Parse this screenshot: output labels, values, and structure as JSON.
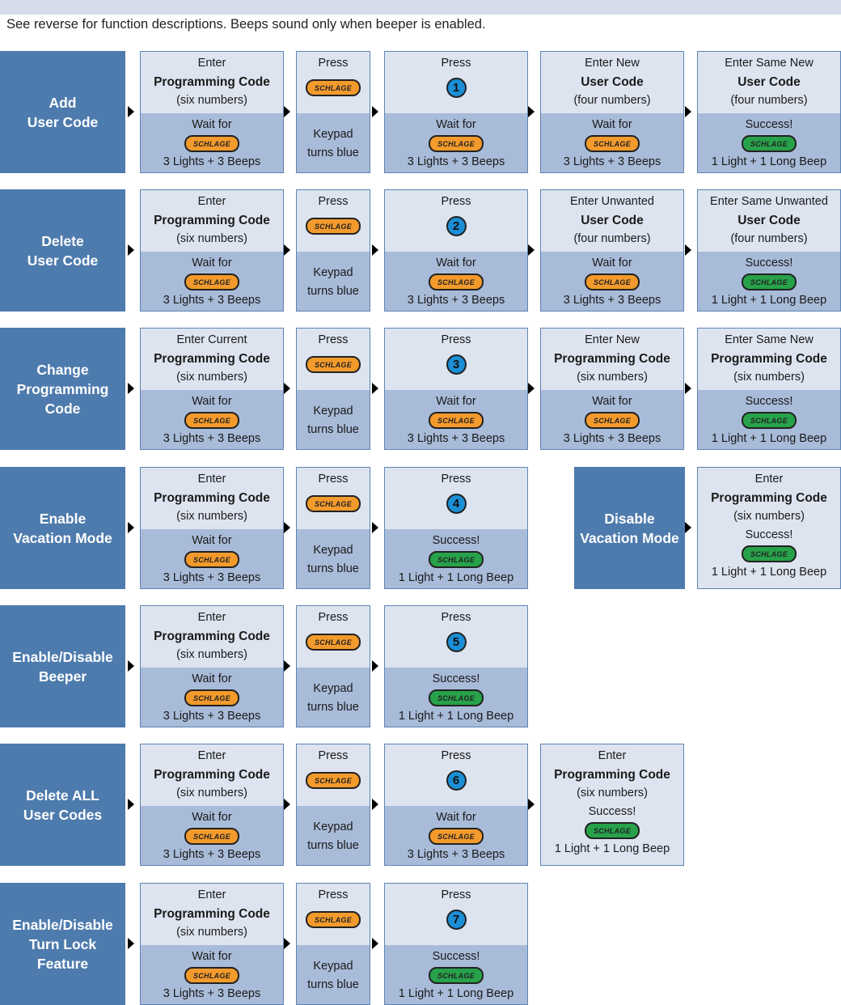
{
  "intro": "See reverse for function descriptions. Beeps sound only when beeper is enabled.",
  "brand_text": "SCHLAGE",
  "colors": {
    "label_bg": "#4e7bad",
    "step_top": "#dde4f0",
    "step_bottom": "#a8bbd8",
    "badge_orange": "#f39a2c",
    "badge_green": "#27a24a",
    "number_circle": "#1b8fd6"
  },
  "rows": [
    {
      "label": "Add\nUser Code",
      "steps": [
        {
          "type": "enter",
          "top": [
            "Enter",
            "Programming Code",
            "(six numbers)"
          ],
          "bottom": [
            "Wait for",
            "3 Lights + 3 Beeps"
          ],
          "badge": "orange"
        },
        {
          "type": "press",
          "top": [
            "Press"
          ],
          "bottom": [
            "Keypad",
            "turns blue"
          ]
        },
        {
          "type": "number",
          "top": [
            "Press"
          ],
          "number": "1",
          "bottom": [
            "Wait for",
            "3 Lights + 3 Beeps"
          ],
          "badge": "orange"
        },
        {
          "type": "enter",
          "top": [
            "Enter New",
            "User Code",
            "(four numbers)"
          ],
          "bottom": [
            "Wait for",
            "3 Lights + 3 Beeps"
          ],
          "badge": "orange"
        },
        {
          "type": "enter",
          "top": [
            "Enter Same New",
            "User Code",
            "(four numbers)"
          ],
          "bottom": [
            "Success!",
            "1 Light + 1 Long Beep"
          ],
          "badge": "green"
        }
      ]
    },
    {
      "label": "Delete\nUser Code",
      "steps": [
        {
          "type": "enter",
          "top": [
            "Enter",
            "Programming Code",
            "(six numbers)"
          ],
          "bottom": [
            "Wait for",
            "3 Lights + 3 Beeps"
          ],
          "badge": "orange"
        },
        {
          "type": "press",
          "top": [
            "Press"
          ],
          "bottom": [
            "Keypad",
            "turns blue"
          ]
        },
        {
          "type": "number",
          "top": [
            "Press"
          ],
          "number": "2",
          "bottom": [
            "Wait for",
            "3 Lights + 3 Beeps"
          ],
          "badge": "orange"
        },
        {
          "type": "enter",
          "top": [
            "Enter Unwanted",
            "User Code",
            "(four numbers)"
          ],
          "bottom": [
            "Wait for",
            "3 Lights + 3 Beeps"
          ],
          "badge": "orange"
        },
        {
          "type": "enter",
          "top": [
            "Enter Same Unwanted",
            "User Code",
            "(four numbers)"
          ],
          "bottom": [
            "Success!",
            "1 Light + 1 Long Beep"
          ],
          "badge": "green"
        }
      ]
    },
    {
      "label": "Change\nProgramming\nCode",
      "steps": [
        {
          "type": "enter",
          "top": [
            "Enter Current",
            "Programming Code",
            "(six numbers)"
          ],
          "bottom": [
            "Wait for",
            "3 Lights + 3 Beeps"
          ],
          "badge": "orange"
        },
        {
          "type": "press",
          "top": [
            "Press"
          ],
          "bottom": [
            "Keypad",
            "turns blue"
          ]
        },
        {
          "type": "number",
          "top": [
            "Press"
          ],
          "number": "3",
          "bottom": [
            "Wait for",
            "3 Lights + 3 Beeps"
          ],
          "badge": "orange"
        },
        {
          "type": "enter",
          "top": [
            "Enter New",
            "Programming Code",
            "(six numbers)"
          ],
          "bottom": [
            "Wait for",
            "3 Lights + 3 Beeps"
          ],
          "badge": "orange"
        },
        {
          "type": "enter",
          "top": [
            "Enter Same New",
            "Programming Code",
            "(six numbers)"
          ],
          "bottom": [
            "Success!",
            "1 Light + 1 Long Beep"
          ],
          "badge": "green"
        }
      ]
    },
    {
      "label": "Enable\nVacation Mode",
      "steps": [
        {
          "type": "enter",
          "top": [
            "Enter",
            "Programming Code",
            "(six numbers)"
          ],
          "bottom": [
            "Wait for",
            "3 Lights + 3 Beeps"
          ],
          "badge": "orange"
        },
        {
          "type": "press",
          "top": [
            "Press"
          ],
          "bottom": [
            "Keypad",
            "turns blue"
          ]
        },
        {
          "type": "number",
          "top": [
            "Press"
          ],
          "number": "4",
          "bottom": [
            "Success!",
            "1 Light + 1 Long Beep"
          ],
          "badge": "green"
        }
      ],
      "extra": {
        "label": "Disable\nVacation Mode",
        "step": {
          "type": "enter-full",
          "top": [
            "Enter",
            "Programming Code",
            "(six numbers)",
            "Success!",
            "1 Light + 1 Long Beep"
          ],
          "badge": "green"
        }
      }
    },
    {
      "label": "Enable/Disable\nBeeper",
      "steps": [
        {
          "type": "enter",
          "top": [
            "Enter",
            "Programming Code",
            "(six numbers)"
          ],
          "bottom": [
            "Wait for",
            "3 Lights + 3 Beeps"
          ],
          "badge": "orange"
        },
        {
          "type": "press",
          "top": [
            "Press"
          ],
          "bottom": [
            "Keypad",
            "turns blue"
          ]
        },
        {
          "type": "number",
          "top": [
            "Press"
          ],
          "number": "5",
          "bottom": [
            "Success!",
            "1 Light + 1 Long Beep"
          ],
          "badge": "green"
        }
      ]
    },
    {
      "label": "Delete ALL\nUser Codes",
      "steps": [
        {
          "type": "enter",
          "top": [
            "Enter",
            "Programming Code",
            "(six numbers)"
          ],
          "bottom": [
            "Wait for",
            "3 Lights + 3 Beeps"
          ],
          "badge": "orange"
        },
        {
          "type": "press",
          "top": [
            "Press"
          ],
          "bottom": [
            "Keypad",
            "turns blue"
          ]
        },
        {
          "type": "number",
          "top": [
            "Press"
          ],
          "number": "6",
          "bottom": [
            "Wait for",
            "3 Lights + 3 Beeps"
          ],
          "badge": "orange"
        },
        {
          "type": "enter-full",
          "top": [
            "Enter",
            "Programming Code",
            "(six numbers)",
            "Success!",
            "1 Light + 1 Long Beep"
          ],
          "badge": "green"
        }
      ]
    },
    {
      "label": "Enable/Disable\nTurn Lock\nFeature",
      "steps": [
        {
          "type": "enter",
          "top": [
            "Enter",
            "Programming Code",
            "(six numbers)"
          ],
          "bottom": [
            "Wait for",
            "3 Lights + 3 Beeps"
          ],
          "badge": "orange"
        },
        {
          "type": "press",
          "top": [
            "Press"
          ],
          "bottom": [
            "Keypad",
            "turns blue"
          ]
        },
        {
          "type": "number",
          "top": [
            "Press"
          ],
          "number": "7",
          "bottom": [
            "Success!",
            "1 Light + 1 Long Beep"
          ],
          "badge": "green"
        }
      ]
    }
  ]
}
